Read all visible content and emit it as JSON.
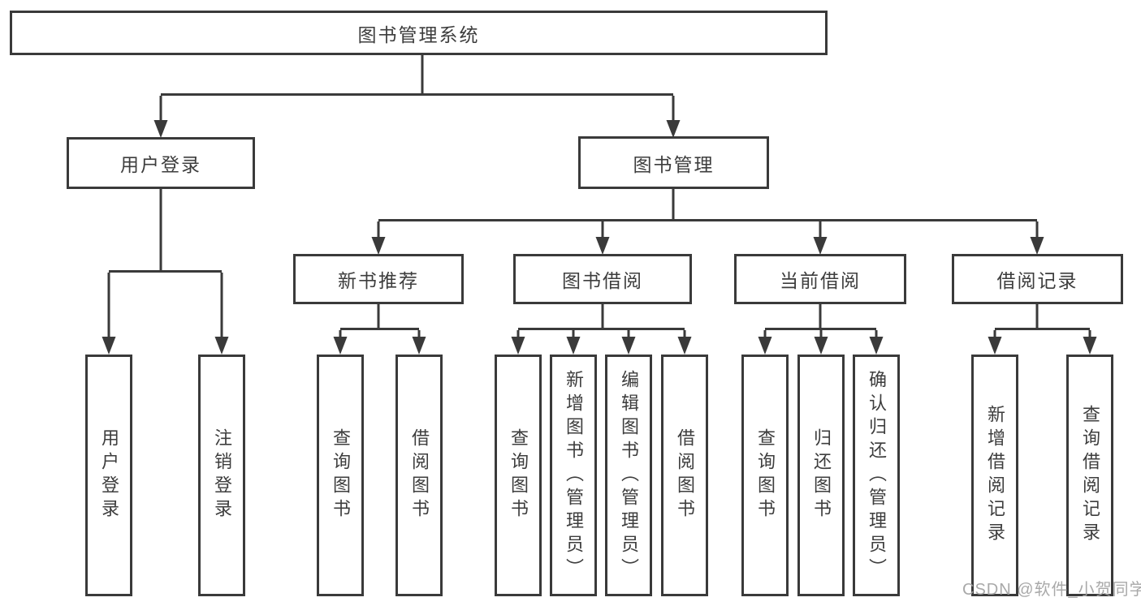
{
  "diagram": {
    "nodes": {
      "root": "图书管理系统",
      "level2": [
        "用户登录",
        "图书管理"
      ],
      "level3": [
        "新书推荐",
        "图书借阅",
        "当前借阅",
        "借阅记录"
      ],
      "leaves_user_login": [
        "用户登录",
        "注销登录"
      ],
      "leaves_new_book": [
        "查询图书",
        "借阅图书"
      ],
      "leaves_book_borrowing": [
        "查询图书",
        "新增图书（管理员）",
        "编辑图书（管理员）",
        "借阅图书"
      ],
      "leaves_current_borrowing": [
        "查询图书",
        "归还图书",
        "确认归还（管理员）"
      ],
      "leaves_borrowing_records": [
        "新增借阅记录",
        "查询借阅记录"
      ]
    },
    "watermark": "CSDN @软件_小贺同学",
    "colors": {
      "line": "#3a3a3a",
      "text": "#3d3d3d",
      "box_background": "#ffffff",
      "watermark": "#a2a2a2",
      "background": "#ffffff"
    }
  }
}
